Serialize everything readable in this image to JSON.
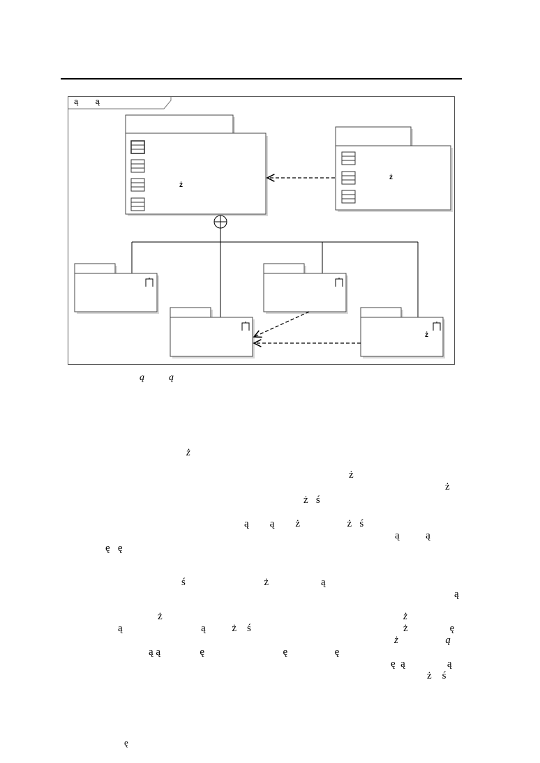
{
  "frame": {
    "tab_label": "ą        ą"
  },
  "packages": {
    "top_main": {
      "row_label": "ż"
    },
    "top_right": {
      "row_label": "ż"
    },
    "bottom_rightmost": {
      "label": "ż"
    }
  },
  "caption": "ą          ą",
  "body_text": [
    "ż",
    "ż",
    "ż",
    "ż   ś",
    "ą        ą        ż                  ż   ś",
    "ą          ą",
    "ę   ę",
    "ś                              ż                    ą",
    "ą",
    "ż",
    "ż",
    "ą                              ą          ż    ś",
    "ż                ę",
    "ż                  ą",
    "ą ą               ę                              ę                  ę",
    "ę  ą                ą",
    "ż    ś",
    "ę"
  ]
}
